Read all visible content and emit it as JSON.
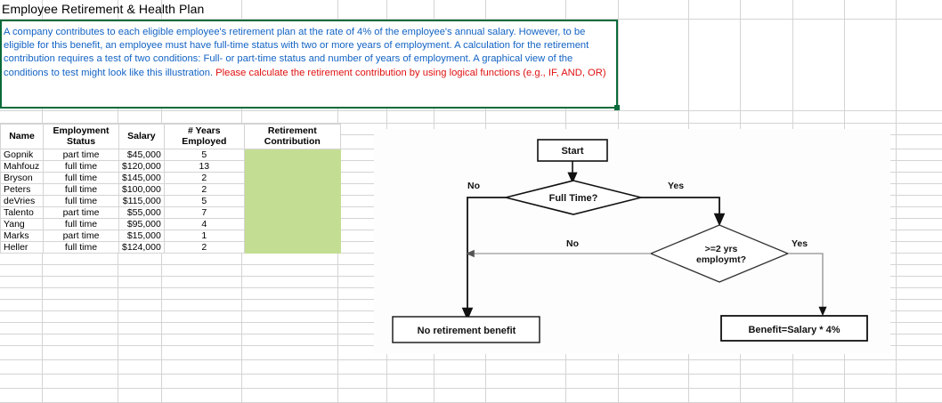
{
  "sheet": {
    "title": "Employee Retirement & Health Plan",
    "accent_green": "#0b6b3a",
    "highlight_fill": "#c3dd92",
    "gridline_color": "#d4d4d4"
  },
  "instruction": {
    "blue_color": "#1263c4",
    "red_color": "#e01010",
    "paragraph_blue": "A company contributes to each eligible employee's retirement plan at the rate of 4% of the employee's annual salary. However, to be eligible for this benefit, an employee must have full-time status with two or more years of employment. A calculation for the retirement contribution requires a test of two conditions: Full- or part-time status and number of years of employment. A graphical view of the conditions to test might look like this illustration. ",
    "paragraph_red": "Please calculate the retirement contribution by using logical functions (e.g., IF, AND, OR)"
  },
  "table": {
    "headers": [
      "Name",
      "Employment Status",
      "Salary",
      "# Years Employed",
      "Retirement Contribution"
    ],
    "rows": [
      {
        "name": "Gopnik",
        "status": "part time",
        "salary": "$45,000",
        "years": "5",
        "contribution": ""
      },
      {
        "name": "Mahfouz",
        "status": "full time",
        "salary": "$120,000",
        "years": "13",
        "contribution": ""
      },
      {
        "name": "Bryson",
        "status": "full time",
        "salary": "$145,000",
        "years": "2",
        "contribution": ""
      },
      {
        "name": "Peters",
        "status": "full time",
        "salary": "$100,000",
        "years": "2",
        "contribution": ""
      },
      {
        "name": "deVries",
        "status": "full time",
        "salary": "$115,000",
        "years": "5",
        "contribution": ""
      },
      {
        "name": "Talento",
        "status": "part time",
        "salary": "$55,000",
        "years": "7",
        "contribution": ""
      },
      {
        "name": "Yang",
        "status": "full time",
        "salary": "$95,000",
        "years": "4",
        "contribution": ""
      },
      {
        "name": "Marks",
        "status": "part time",
        "salary": "$15,000",
        "years": "1",
        "contribution": ""
      },
      {
        "name": "Heller",
        "status": "full time",
        "salary": "$124,000",
        "years": "2",
        "contribution": ""
      }
    ]
  },
  "flowchart": {
    "nodes": {
      "start": "Start",
      "decision_fulltime": "Full Time?",
      "decision_years_line1": ">=2 yrs",
      "decision_years_line2": "employmt?",
      "terminal_no": "No retirement benefit",
      "terminal_yes": "Benefit=Salary * 4%"
    },
    "edge_labels": {
      "fulltime_no": "No",
      "fulltime_yes": "Yes",
      "years_no": "No",
      "years_yes": "Yes"
    }
  }
}
